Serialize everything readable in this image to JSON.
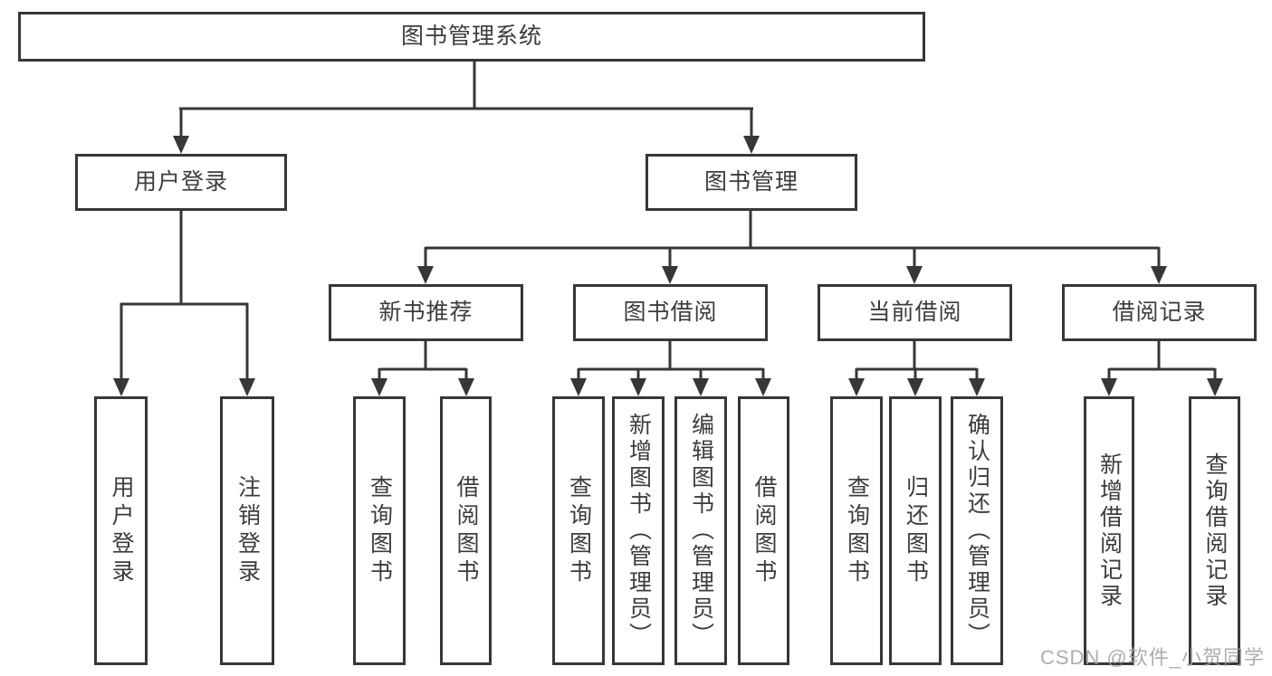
{
  "diagram": {
    "title": "图书管理系统",
    "root": {
      "label": "图书管理系统"
    },
    "level2": [
      {
        "label": "用户登录"
      },
      {
        "label": "图书管理"
      }
    ],
    "level3": [
      {
        "label": "新书推荐"
      },
      {
        "label": "图书借阅"
      },
      {
        "label": "当前借阅"
      },
      {
        "label": "借阅记录"
      }
    ],
    "leaves": [
      {
        "label": "用户登录",
        "parent": "用户登录"
      },
      {
        "label": "注销登录",
        "parent": "用户登录"
      },
      {
        "label": "查询图书",
        "parent": "新书推荐"
      },
      {
        "label": "借阅图书",
        "parent": "新书推荐"
      },
      {
        "label": "查询图书",
        "parent": "图书借阅"
      },
      {
        "label": "新增图书（管理员）",
        "parent": "图书借阅"
      },
      {
        "label": "编辑图书（管理员）",
        "parent": "图书借阅"
      },
      {
        "label": "借阅图书",
        "parent": "图书借阅"
      },
      {
        "label": "查询图书",
        "parent": "当前借阅"
      },
      {
        "label": "归还图书",
        "parent": "当前借阅"
      },
      {
        "label": "确认归还（管理员）",
        "parent": "当前借阅"
      },
      {
        "label": "新增借阅记录",
        "parent": "借阅记录"
      },
      {
        "label": "查询借阅记录",
        "parent": "借阅记录"
      }
    ],
    "watermark": "CSDN @软件_小贺同学",
    "colors": {
      "line": "#373737",
      "box_border": "#373737",
      "text": "#3c3c40",
      "background": "#ffffff",
      "watermark": "#9e9ea8"
    }
  }
}
